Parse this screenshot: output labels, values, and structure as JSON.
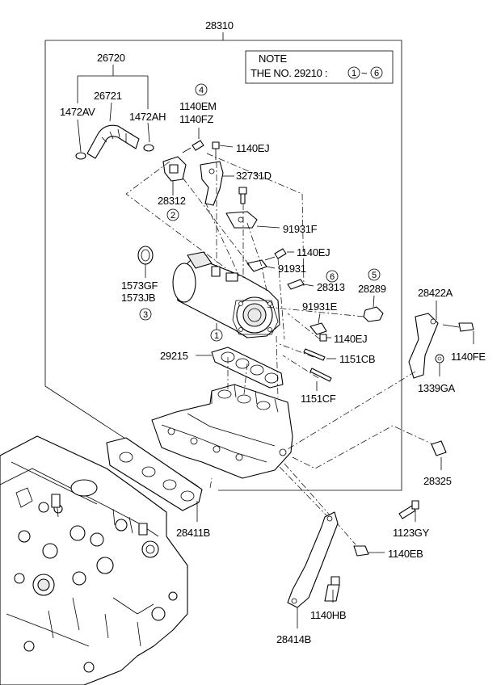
{
  "main_part": "28310",
  "note": {
    "title": "NOTE",
    "text_prefix": "THE NO. 29210 :",
    "range_start": "1",
    "range_sep": "~",
    "range_end": "6"
  },
  "labels": {
    "p26720": "26720",
    "p26721": "26721",
    "p1472AV": "1472AV",
    "p1472AH": "1472AH",
    "p1140EM": "1140EM",
    "p1140FZ": "1140FZ",
    "p1140EJ_a": "1140EJ",
    "p32731D": "32731D",
    "p28312": "28312",
    "p91931F": "91931F",
    "p1140EJ_b": "1140EJ",
    "p91931": "91931",
    "p28313": "28313",
    "p28289": "28289",
    "p1573GF": "1573GF",
    "p1573JB": "1573JB",
    "p91931E": "91931E",
    "p1140EJ_c": "1140EJ",
    "p29215": "29215",
    "p1151CB": "1151CB",
    "p1151CF": "1151CF",
    "p28422A": "28422A",
    "p1140FE": "1140FE",
    "p1339GA": "1339GA",
    "p28325": "28325",
    "p28411B": "28411B",
    "p1123GY": "1123GY",
    "p1140EB": "1140EB",
    "p1140HB": "1140HB",
    "p28414B": "28414B"
  },
  "callouts": {
    "c1": "1",
    "c2": "2",
    "c3": "3",
    "c4": "4",
    "c5": "5",
    "c6": "6"
  }
}
